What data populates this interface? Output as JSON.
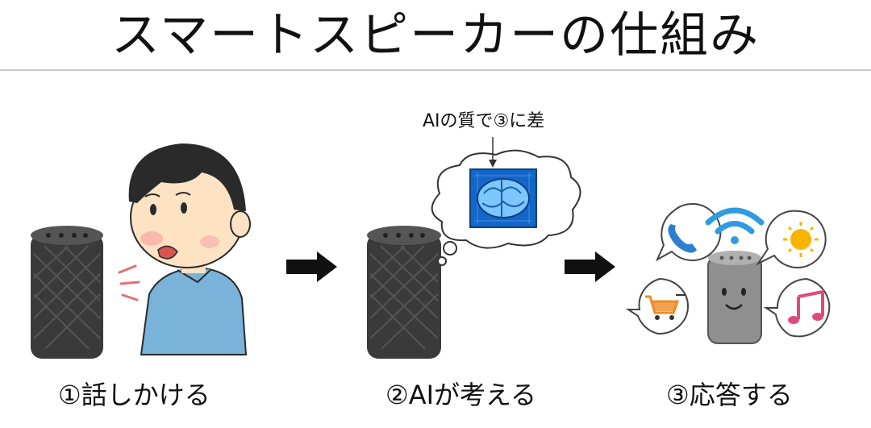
{
  "title": "スマートスピーカーの仕組み",
  "ai_note": "AIの質で③に差",
  "steps": [
    {
      "label": "①話しかける"
    },
    {
      "label": "②AIが考える"
    },
    {
      "label": "③応答する"
    }
  ],
  "colors": {
    "speaker_body": "#3a3a3a",
    "speaker_top": "#4a4a4a",
    "skin": "#fde3c4",
    "hair": "#2a2a2a",
    "shirt": "#79b3d9",
    "phone_icon": "#2f7fd1",
    "wifi_icon": "#2f9be0",
    "sun_icon": "#f7b500",
    "cart_icon": "#f08a24",
    "music_icon": "#e04a7a",
    "robot_speaker": "#8f8f8f",
    "brain_bg": "#1466c8"
  }
}
